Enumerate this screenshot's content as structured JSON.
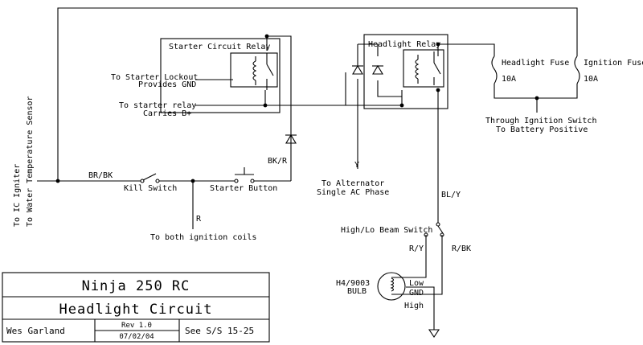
{
  "labels": {
    "starter_relay": "Starter Circuit Relay",
    "headlight_relay": "Headlight Relay",
    "headlight_fuse": "Headlight Fuse",
    "ignition_fuse": "Ignition Fuse",
    "headlight_fuse_rating": "10A",
    "ignition_fuse_rating": "10A",
    "starter_lockout_1": "To Starter Lockout",
    "starter_lockout_2": "Provides GND",
    "starter_relay_feed_1": "To starter relay",
    "starter_relay_feed_2": "Carries B+",
    "ignition_switch_1": "Through Ignition Switch",
    "ignition_switch_2": "To Battery Positive",
    "left_vertical_1": "To IC Igniter",
    "left_vertical_2": "To Water Temperature Sensor",
    "br_bk": "BR/BK",
    "kill_switch": "Kill Switch",
    "starter_button": "Starter Button",
    "bk_r": "BK/R",
    "r": "R",
    "ignition_coils": "To both ignition coils",
    "y": "Y",
    "alternator_1": "To Alternator",
    "alternator_2": "Single AC Phase",
    "bl_y": "BL/Y",
    "beam_switch": "High/Lo Beam Switch",
    "r_y": "R/Y",
    "r_bk": "R/BK",
    "bulb_1": "H4/9003",
    "bulb_2": "BULB",
    "low": "Low",
    "gnd": "GND",
    "high": "High"
  },
  "title_block": {
    "model": "Ninja 250 RC",
    "title": "Headlight Circuit",
    "author": "Wes Garland",
    "revision": "Rev 1.0",
    "date": "07/02/04",
    "see_also": "See S/S 15-25"
  }
}
